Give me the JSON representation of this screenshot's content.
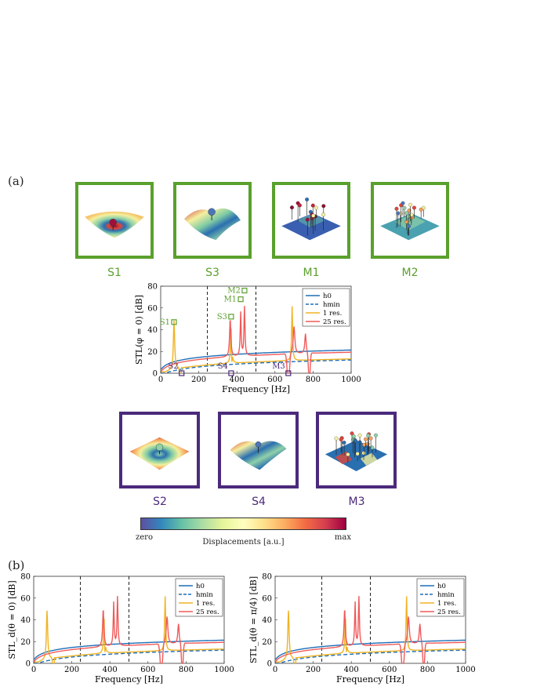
{
  "panel_labels": {
    "a": "(a)",
    "b": "(b)"
  },
  "colors": {
    "h0": "#1f6fb7",
    "hmin": "#1f6fb7",
    "one_res": "#f0b323",
    "twentyfive_res": "#f05a5a",
    "stiff_mode": "#5aa02c",
    "mass_mode": "#4b2a7b"
  },
  "mode_shapes_top": [
    {
      "label": "S1",
      "color_role": "stiff_mode"
    },
    {
      "label": "S3",
      "color_role": "stiff_mode"
    },
    {
      "label": "M1",
      "color_role": "stiff_mode"
    },
    {
      "label": "M2",
      "color_role": "stiff_mode"
    }
  ],
  "mode_shapes_bottom": [
    {
      "label": "S2",
      "color_role": "mass_mode"
    },
    {
      "label": "S4",
      "color_role": "mass_mode"
    },
    {
      "label": "M3",
      "color_role": "mass_mode"
    }
  ],
  "colorbar": {
    "min_label": "zero",
    "max_label": "max",
    "title": "Displacements [a.u.]",
    "colormap": "spectral-like"
  },
  "chart_data": [
    {
      "id": "main",
      "type": "line",
      "xlabel": "Frequency [Hz]",
      "ylabel": "STL(φ = 0) [dB]",
      "xlim": [
        0,
        1000
      ],
      "ylim": [
        0,
        80
      ],
      "xticks": [
        0,
        200,
        400,
        600,
        800,
        1000
      ],
      "yticks": [
        0,
        20,
        40,
        60,
        80
      ],
      "vlines": [
        245,
        500
      ],
      "legend": {
        "position": "top-right",
        "entries": [
          "h0",
          "hmin",
          "1 res.",
          "25 res."
        ]
      },
      "annotations": [
        {
          "label": "S1",
          "x": 70,
          "y": 47,
          "group": "stiff"
        },
        {
          "label": "S2",
          "x": 110,
          "y": 0,
          "group": "mass"
        },
        {
          "label": "S3",
          "x": 370,
          "y": 52,
          "group": "stiff"
        },
        {
          "label": "S4",
          "x": 370,
          "y": 0,
          "group": "mass"
        },
        {
          "label": "M1",
          "x": 420,
          "y": 68,
          "group": "stiff"
        },
        {
          "label": "M2",
          "x": 440,
          "y": 76,
          "group": "stiff"
        },
        {
          "label": "M3",
          "x": 670,
          "y": 0,
          "group": "mass"
        }
      ]
    },
    {
      "id": "b_left",
      "type": "line",
      "xlabel": "Frequency [Hz]",
      "ylabel": "STL_d(θ = 0) [dB]",
      "xlim": [
        0,
        1000
      ],
      "ylim": [
        0,
        80
      ],
      "xticks": [
        0,
        200,
        400,
        600,
        800,
        1000
      ],
      "yticks": [
        0,
        20,
        40,
        60,
        80
      ],
      "vlines": [
        245,
        500
      ],
      "legend": {
        "position": "top-right",
        "entries": [
          "h0",
          "hmin",
          "1 res.",
          "25 res."
        ]
      }
    },
    {
      "id": "b_right",
      "type": "line",
      "xlabel": "Frequency [Hz]",
      "ylabel": "STL_d(θ = π/4) [dB]",
      "xlim": [
        0,
        1000
      ],
      "ylim": [
        0,
        80
      ],
      "xticks": [
        0,
        200,
        400,
        600,
        800,
        1000
      ],
      "yticks": [
        0,
        20,
        40,
        60,
        80
      ],
      "vlines": [
        245,
        500
      ],
      "legend": {
        "position": "top-right",
        "entries": [
          "h0",
          "hmin",
          "1 res.",
          "25 res."
        ]
      }
    }
  ]
}
